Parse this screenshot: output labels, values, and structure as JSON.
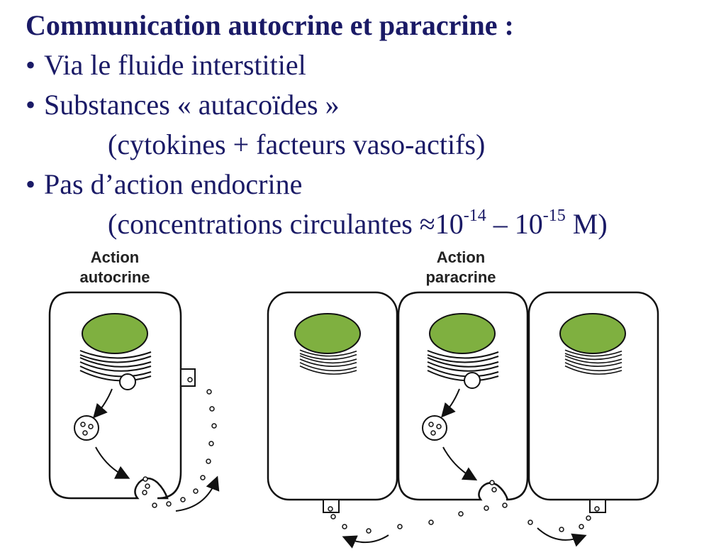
{
  "heading": "Communication autocrine et paracrine :",
  "bullets": [
    {
      "text": "Via le fluide interstitiel"
    },
    {
      "text": "Substances « autacoïdes »",
      "sub": "(cytokines + facteurs vaso-actifs)"
    },
    {
      "text": "Pas d’action endocrine",
      "sub_prefix": "(concentrations circulantes ≈10",
      "exp1": "-14",
      "sub_mid": " – 10",
      "exp2": "-15",
      "sub_suffix": " M)"
    }
  ],
  "bullet_glyph": "•",
  "diagram": {
    "autocrine_label": [
      "Action",
      "autocrine"
    ],
    "paracrine_label": [
      "Action",
      "paracrine"
    ]
  },
  "colors": {
    "text": "#1a1a66",
    "nucleus": "#7fb040",
    "outline": "#111111"
  }
}
